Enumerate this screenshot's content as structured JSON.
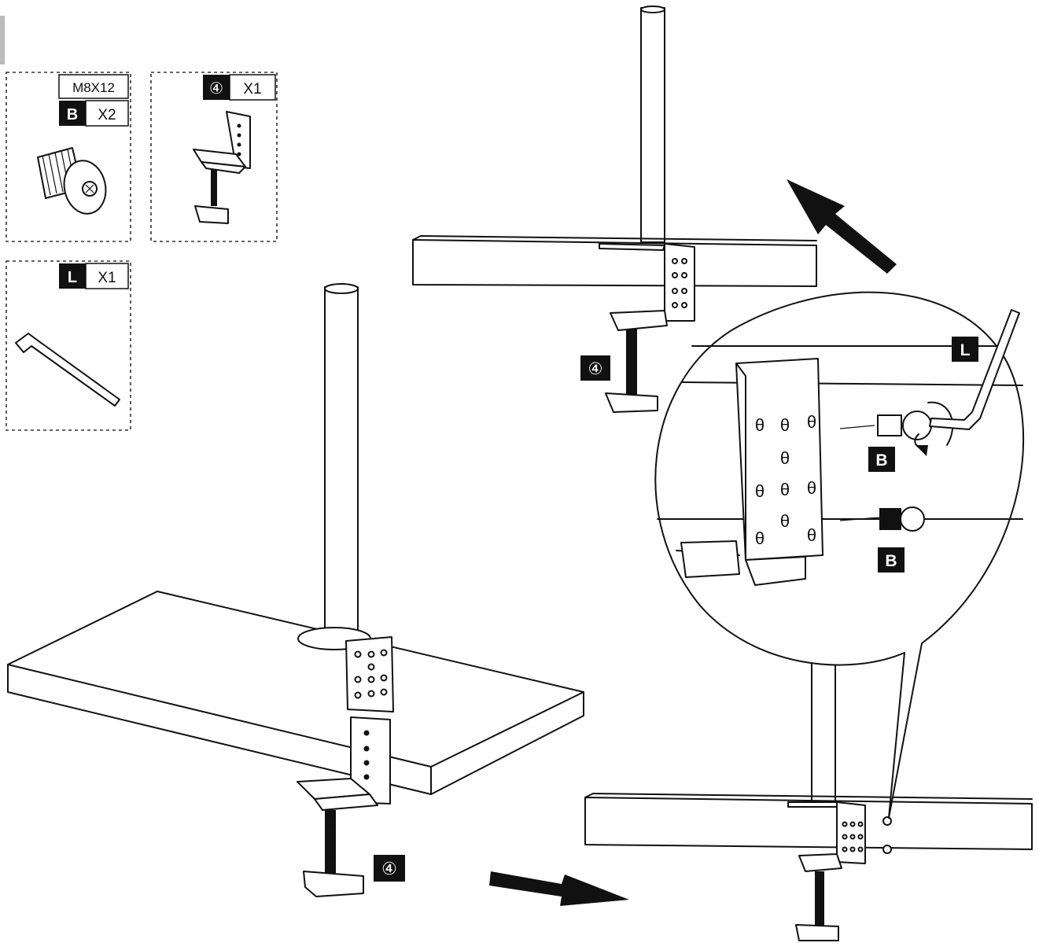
{
  "parts": {
    "screw": {
      "size": "M8X12",
      "letter": "B",
      "qty": "X2"
    },
    "clamp": {
      "number": "④",
      "qty": "X1"
    },
    "allen_key": {
      "letter": "L",
      "qty": "X1"
    }
  },
  "callouts": {
    "clamp_main": "④",
    "clamp_top": "④",
    "key_label": "L",
    "screw_top": "B",
    "screw_bottom": "B"
  },
  "colors": {
    "line": "#111111",
    "label_bg": "#111111",
    "label_text": "#ffffff",
    "paper": "#ffffff"
  }
}
